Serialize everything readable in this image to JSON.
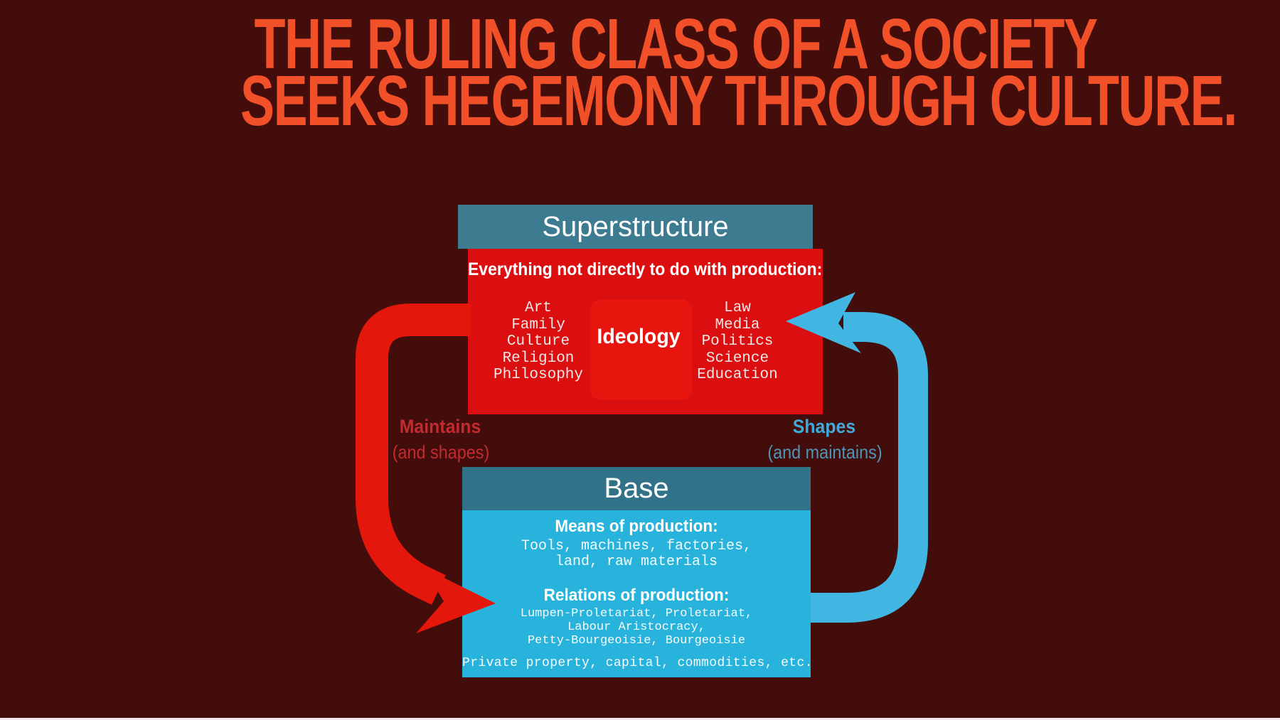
{
  "title": {
    "line1": "THE RULING CLASS OF A SOCIETY",
    "line2": "SEEKS HEGEMONY THROUGH CULTURE."
  },
  "superstructure": {
    "header": "Superstructure",
    "subtitle": "Everything not directly to do with production:",
    "left_list": [
      "Art",
      "Family",
      "Culture",
      "Religion",
      "Philosophy"
    ],
    "right_list": [
      "Law",
      "Media",
      "Politics",
      "Science",
      "Education"
    ],
    "center_label": "Ideology"
  },
  "arrows": {
    "maintains": {
      "label": "Maintains",
      "sublabel": "(and shapes)"
    },
    "shapes": {
      "label": "Shapes",
      "sublabel": "(and maintains)"
    }
  },
  "base": {
    "header": "Base",
    "means_heading": "Means of production:",
    "means_lines": [
      "Tools, machines, factories,",
      "land, raw materials"
    ],
    "relations_heading": "Relations of production:",
    "relations_lines": [
      "Lumpen-Proletariat, Proletariat,",
      "Labour Aristocracy,",
      "Petty-Bourgeoisie, Bourgeoisie"
    ],
    "footer_line": "Private property, capital, commodities, etc."
  },
  "colors": {
    "background": "#420d0b",
    "title": "#f25029",
    "superstructure_header_bg": "#3d7b91",
    "superstructure_body_bg": "#db0e10",
    "ideology_panel_bg": "#e8150f",
    "base_header_bg": "#317289",
    "base_body_bg": "#27b3dc",
    "red_arrow": "#e4170d",
    "blue_arrow": "#42b6e2",
    "maintains_text": "#c22b2f",
    "shapes_text": "#3fabda",
    "shapes_subtext": "#4e96b8",
    "white_text": "#ffffff"
  }
}
